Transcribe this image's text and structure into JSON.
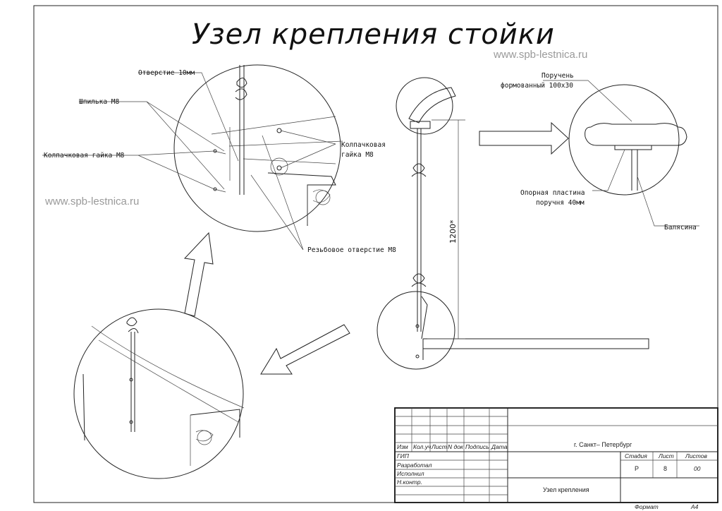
{
  "title": "Узел крепления стойки",
  "watermarks": {
    "top": "www.spb-lestnica.ru",
    "left": "www.spb-lestnica.ru"
  },
  "callouts": {
    "hole": "Отверстие 10мм",
    "stud": "Шпилька М8",
    "cap_nut_left": "Колпачковая гайка М8",
    "cap_nut_right_line1": "Колпачковая",
    "cap_nut_right_line2": "гайка М8",
    "threaded_hole": "Резьбовое отверстие М8",
    "handrail_line1": "Поручень",
    "handrail_line2": "формованный 100х30",
    "plate_line1": "Опорная пластина",
    "plate_line2": "поручня 40мм",
    "baluster": "Балясина"
  },
  "dimension": "1200*",
  "title_block": {
    "headers": [
      "Изм",
      "Кол.уч",
      "Лист",
      "N док",
      "Подпись",
      "Дата"
    ],
    "roles": [
      "ГИП",
      "Разработал",
      "Исполнил",
      "Н.контр."
    ],
    "city": "г.  Санкт– Петербург",
    "stage_label": "Стадия",
    "sheet_label": "Лист",
    "sheets_label": "Листов",
    "stage": "Р",
    "sheet": "8",
    "sheets": "00",
    "drawing_name": "Узел  крепления",
    "format_label": "Формат",
    "format": "А4"
  },
  "colors": {
    "ink": "#111111",
    "watermark": "#9a9a9a",
    "paper": "#ffffff"
  }
}
